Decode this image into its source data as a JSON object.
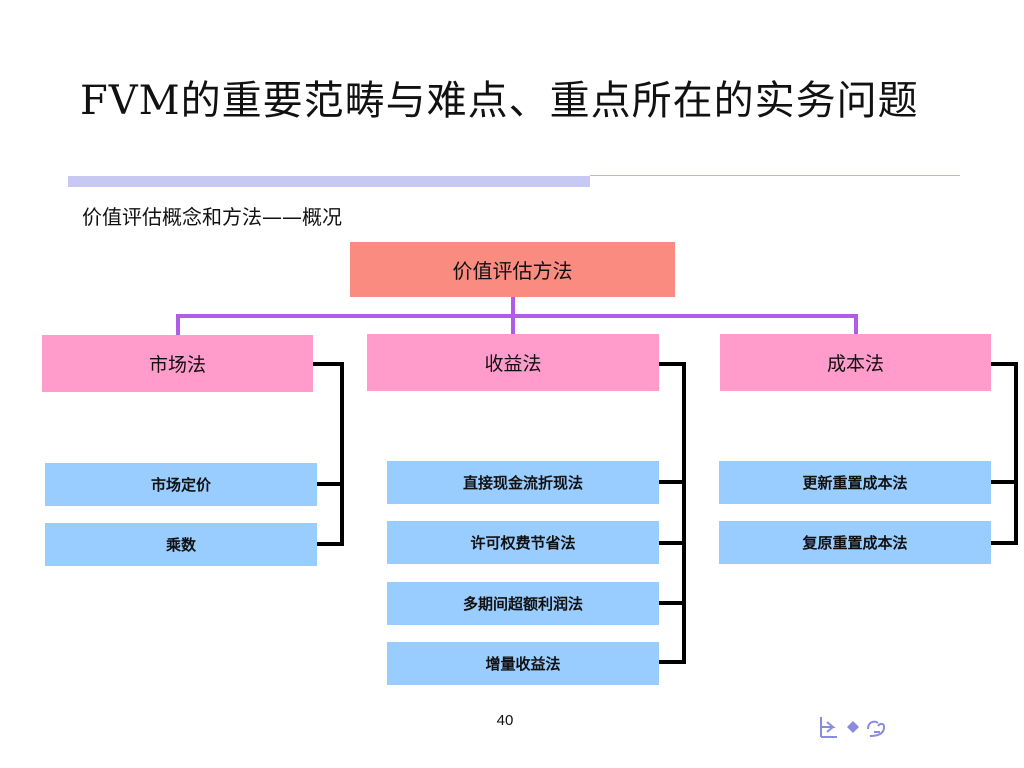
{
  "slide": {
    "title": "FVM的重要范畴与难点、重点所在的实务问题",
    "subtitle": "价值评估概念和方法——概况",
    "page_number": "40"
  },
  "diagram": {
    "root": "价值评估方法",
    "categories": [
      {
        "label": "市场法",
        "children": [
          "市场定价",
          "乘数"
        ]
      },
      {
        "label": "收益法",
        "children": [
          "直接现金流折现法",
          "许可权费节省法",
          "多期间超额利润法",
          "增量收益法"
        ]
      },
      {
        "label": "成本法",
        "children": [
          "更新重置成本法",
          "复原重置成本法"
        ]
      }
    ]
  },
  "navigation": {
    "icons": [
      "nav-back-icon",
      "nav-diamond-icon",
      "nav-forward-icon"
    ]
  },
  "colors": {
    "root_fill": "#fa8b80",
    "category_fill": "#ff9ccb",
    "leaf_fill": "#99ccff",
    "connector_purple": "#b05ce8",
    "title_rule": "#c8c8f4",
    "navigation_icons": "#8a8ae0"
  }
}
